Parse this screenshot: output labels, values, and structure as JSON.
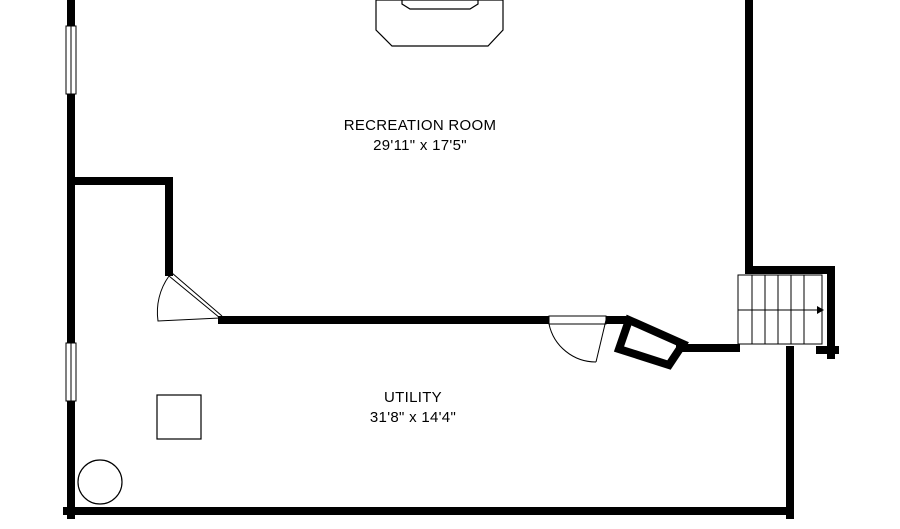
{
  "rooms": [
    {
      "name": "RECREATION ROOM",
      "size": "29'11\" x 17'5\""
    },
    {
      "name": "UTILITY",
      "size": "31'8\" x 14'4\""
    }
  ],
  "fixtures": [
    {
      "icon": "fireplace-icon"
    },
    {
      "icon": "square-fixture-icon"
    },
    {
      "icon": "water-heater-icon"
    },
    {
      "icon": "stairs-icon"
    }
  ]
}
